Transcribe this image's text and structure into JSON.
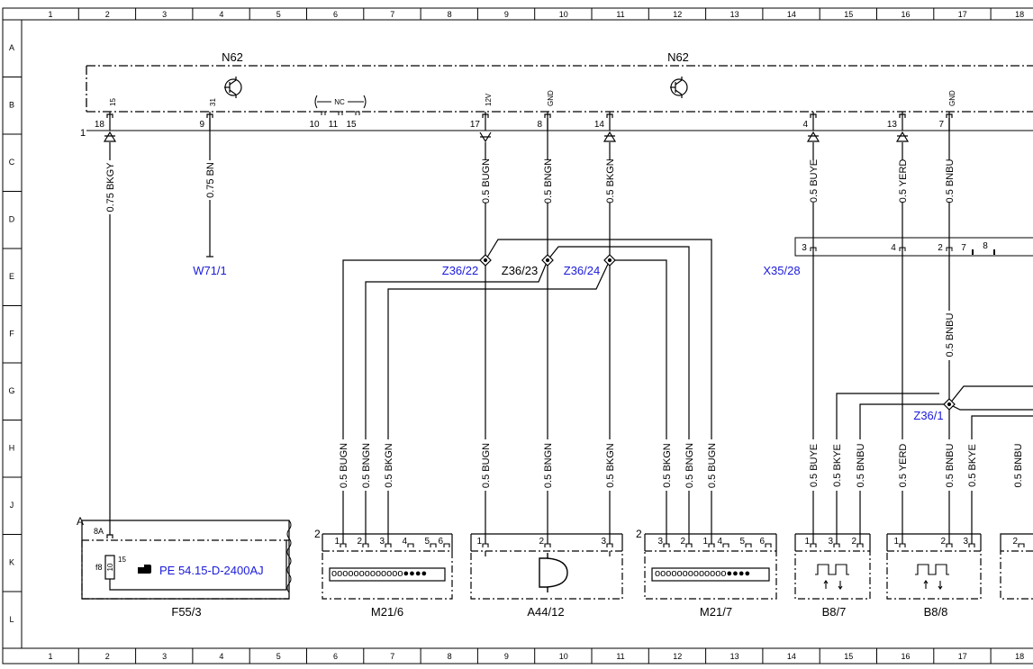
{
  "grid": {
    "columns": [
      "1",
      "2",
      "3",
      "4",
      "5",
      "6",
      "7",
      "8",
      "9",
      "10",
      "11",
      "12",
      "13",
      "14",
      "15",
      "16",
      "17",
      "18"
    ],
    "rows": [
      "A",
      "B",
      "C",
      "D",
      "E",
      "F",
      "G",
      "H",
      "J",
      "K",
      "L"
    ]
  },
  "module": {
    "label_left": "N62",
    "label_right": "N62",
    "ground_ref": "1",
    "nc_label": "NC",
    "nc_pins": [
      "10",
      "11",
      "15"
    ],
    "internal_terms": {
      "p18": "15",
      "p9": "31",
      "p17": "12V",
      "p8": "GND",
      "p7": "GND"
    },
    "pins": {
      "p18": "18",
      "p9": "9",
      "p17": "17",
      "p8": "8",
      "p14": "14",
      "p4": "4",
      "p13": "13",
      "p7": "7"
    }
  },
  "wires": {
    "w_bkgy": "0.75 BKGY",
    "w_bn": "0.75 BN",
    "w_bugn_top": "0.5 BUGN",
    "w_bngn_top": "0.5 BNGN",
    "w_bkgn_top": "0.5 BKGN",
    "w_buye_top": "0.5 BUYE",
    "w_yerd_top": "0.5 YERD",
    "w_bnbu_top": "0.5 BNBU",
    "w_bnbu_mid": "0.5 BNBU",
    "m216_1": "0.5 BUGN",
    "m216_2": "0.5 BNGN",
    "m216_3": "0.5 BKGN",
    "a44_1": "0.5 BUGN",
    "a44_2": "0.5 BNGN",
    "a44_3": "0.5 BKGN",
    "m217_1": "0.5 BKGN",
    "m217_2": "0.5 BNGN",
    "m217_3": "0.5 BUGN",
    "b87_1": "0.5 BUYE",
    "b87_2": "0.5 BKYE",
    "b87_3": "0.5 BNBU",
    "b88_1": "0.5 YERD",
    "b88_2": "0.5 BNBU",
    "b88_3": "0.5 BKYE",
    "b89_1": "0.5 BNBU"
  },
  "refs": {
    "w71": "W71/1",
    "z3622": "Z36/22",
    "z3623": "Z36/23",
    "z3624": "Z36/24",
    "x3528": "X35/28",
    "z361": "Z36/1"
  },
  "x35": {
    "pins": [
      "3",
      "4",
      "2",
      "7",
      "8"
    ]
  },
  "components": {
    "f55": {
      "name": "F55/3",
      "marker": "A",
      "pin_top": "8A",
      "fuse_id": "f8",
      "fuse_val": "10",
      "fuse_term": "15",
      "ref_text": "PE 54.15-D-2400AJ"
    },
    "m216": {
      "name": "M21/6",
      "marker": "2",
      "pins": [
        "1",
        "2",
        "3",
        "4",
        "5",
        "6"
      ],
      "chain": "ooooooooooooo●●●●"
    },
    "a44": {
      "name": "A44/12",
      "pins": [
        "1",
        "2",
        "3"
      ]
    },
    "m217": {
      "name": "M21/7",
      "marker": "2",
      "pins": [
        "3",
        "2",
        "1",
        "4",
        "5",
        "6"
      ],
      "chain": "ooooooooooooo●●●●"
    },
    "b87": {
      "name": "B8/7",
      "pins": [
        "1",
        "3",
        "2"
      ]
    },
    "b88": {
      "name": "B8/8",
      "pins": [
        "1",
        "2",
        "3"
      ]
    },
    "b89": {
      "pins": [
        "2"
      ]
    }
  },
  "colors": {
    "line": "#000000",
    "link": "#1a1adb",
    "background": "#ffffff"
  }
}
